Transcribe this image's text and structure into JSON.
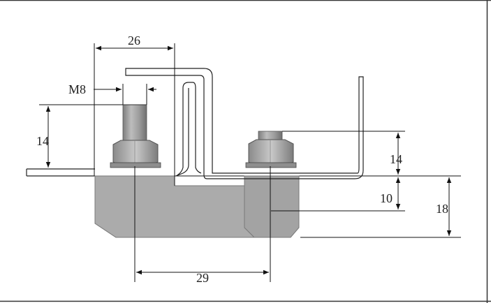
{
  "drawing": {
    "dimensions": {
      "top_width": "26",
      "bolt_size": "M8",
      "left_height": "14",
      "right_height": "14",
      "lower_height": "10",
      "total_height": "18",
      "bottom_spacing": "29"
    },
    "colors": {
      "block_fill": "#a9a9a9",
      "block_edge": "#7a7a7a",
      "bolt_fill": "#9c9c9c",
      "nut_fill": "#b4b4b4",
      "line": "#111111",
      "frame": "#333333"
    }
  }
}
